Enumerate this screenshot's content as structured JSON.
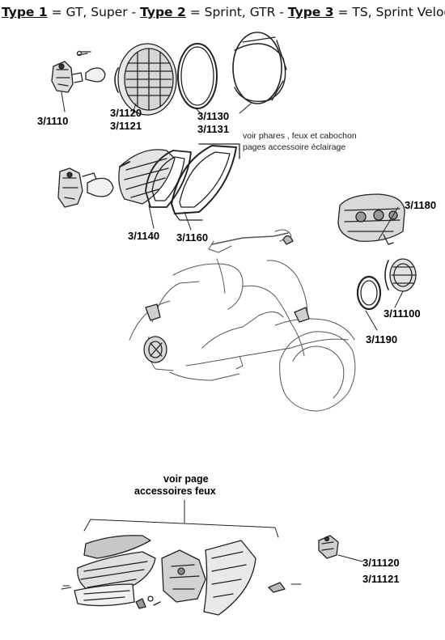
{
  "header": {
    "type1_label": "Type 1",
    "type1_models": " = GT, Super - ",
    "type2_label": "Type 2",
    "type2_models": " = Sprint, GTR - ",
    "type3_label": "Type 3",
    "type3_models": " = TS, Sprint Veloce"
  },
  "parts": {
    "p1110": "3/1110",
    "p1120": "3/1120",
    "p1121": "3/1121",
    "p1130": "3/1130",
    "p1131": "3/1131",
    "p1140": "3/1140",
    "p1160": "3/1160",
    "p1180": "3/1180",
    "p11100": "3/11100",
    "p1190": "3/1190",
    "p11120": "3/11120",
    "p11121": "3/11121"
  },
  "notes": {
    "headlight_line1": "voir phares , feux et cabochon",
    "headlight_line2": "pages accessoire éclairage",
    "rear_line1": "voir page",
    "rear_line2": "accessoires feux"
  }
}
